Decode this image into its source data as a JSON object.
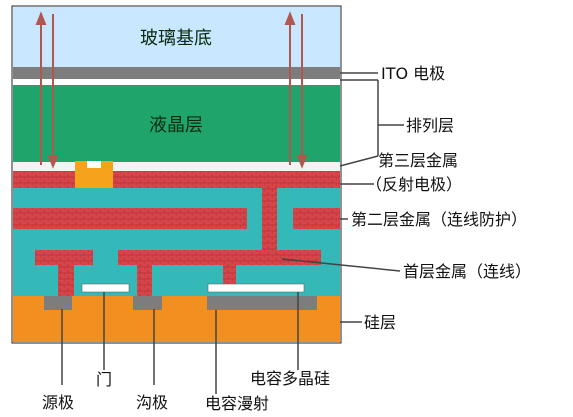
{
  "layers": {
    "glass": "玻璃基底",
    "liquid_crystal": "液晶层"
  },
  "labels": {
    "ito": "ITO 电极",
    "alignment": "排列层",
    "metal3": "第三层金属",
    "reflective": "（反射电极）",
    "metal2": "第二层金属（连线防护）",
    "metal1": "首层金属（连线）",
    "silicon": "硅层",
    "gate": "门",
    "cap_poly": "电容多晶硅",
    "source": "源极",
    "drain": "沟极",
    "cap_diffusion": "电容漫射"
  },
  "colors": {
    "glass": "#c9e7ff",
    "ito": "#7d7d7d",
    "liquid_crystal": "#1fa56b",
    "alignment": "#f3f3f3",
    "teal": "#34b8b8",
    "metal": "#d6454a",
    "silicon": "#f19020",
    "arrow": "#b0584e",
    "gray_block": "#7d7d7d",
    "orange_block": "#f7a21d"
  }
}
